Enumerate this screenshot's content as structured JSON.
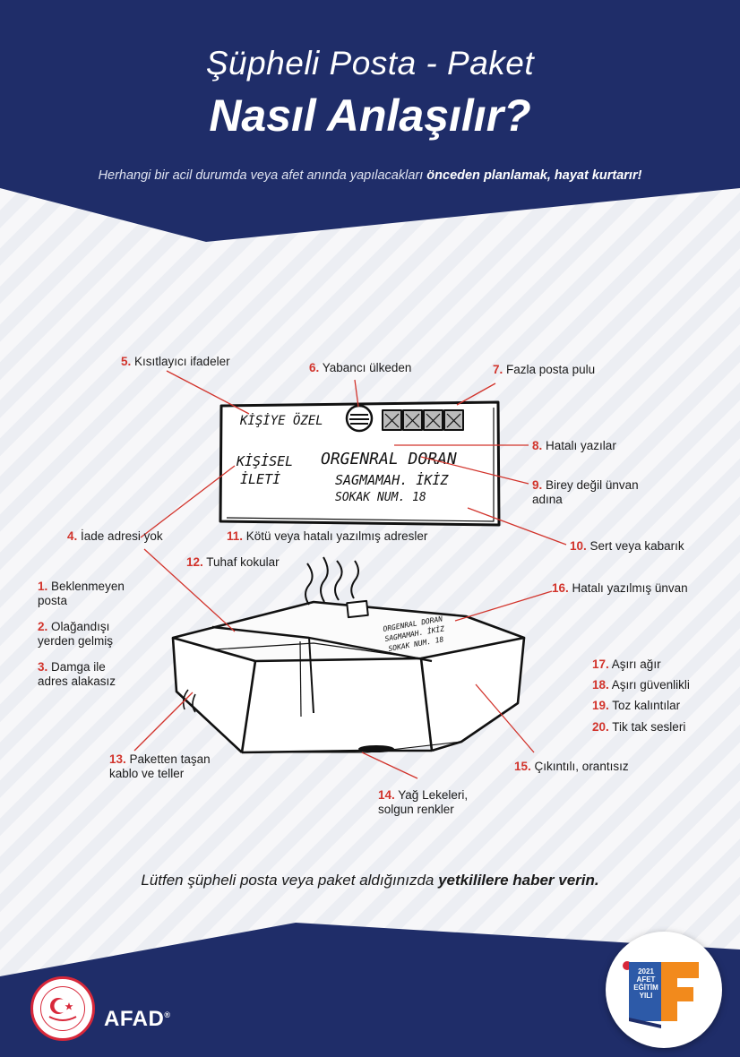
{
  "header": {
    "title_line1": "Şüpheli Posta - Paket",
    "title_line2": "Nasıl Anlaşılır?",
    "subtitle_normal": "Herhangi bir acil durumda veya afet anında yapılacakları ",
    "subtitle_bold": "önceden planlamak, hayat kurtarır!"
  },
  "labels": {
    "l1_num": "1.",
    "l1_line1": "Beklenmeyen",
    "l1_line2": "posta",
    "l2_num": "2.",
    "l2_line1": "Olağandışı",
    "l2_line2": "yerden gelmiş",
    "l3_num": "3.",
    "l3_line1": "Damga ile",
    "l3_line2": "adres alakasız",
    "l4_num": "4.",
    "l4_text": "İade adresi yok",
    "l5_num": "5.",
    "l5_text": "Kısıtlayıcı ifadeler",
    "l6_num": "6.",
    "l6_text": "Yabancı ülkeden",
    "l7_num": "7.",
    "l7_text": "Fazla posta pulu",
    "l8_num": "8.",
    "l8_text": "Hatalı yazılar",
    "l9_num": "9.",
    "l9_line1": "Birey değil ünvan",
    "l9_line2": "adına",
    "l10_num": "10.",
    "l10_text": "Sert veya kabarık",
    "l11_num": "11.",
    "l11_text": "Kötü veya hatalı yazılmış adresler",
    "l12_num": "12.",
    "l12_text": "Tuhaf kokular",
    "l13_num": "13.",
    "l13_line1": "Paketten taşan",
    "l13_line2": "kablo ve teller",
    "l14_num": "14.",
    "l14_line1": "Yağ Lekeleri,",
    "l14_line2": "solgun renkler",
    "l15_num": "15.",
    "l15_text": "Çıkıntılı, orantısız",
    "l16_num": "16.",
    "l16_text": "Hatalı yazılmış ünvan",
    "l17_num": "17.",
    "l17_text": "Aşırı ağır",
    "l18_num": "18.",
    "l18_text": "Aşırı güvenlikli",
    "l19_num": "19.",
    "l19_text": "Toz kalıntılar",
    "l20_num": "20.",
    "l20_text": "Tik tak sesleri"
  },
  "envelope": {
    "top_left": "KİŞİYE ÖZEL",
    "side_line1": "KİŞİSEL",
    "side_line2": "İLETİ",
    "addr_line1": "ORGENRAL DORAN",
    "addr_line2": "SAGMAMAH. İKİZ",
    "addr_line3": "SOKAK NUM. 18"
  },
  "footer": {
    "text_normal": "Lütfen şüpheli posta veya paket aldığınızda ",
    "text_bold": "yetkililere haber verin.",
    "org": "AFAD",
    "badge_year": "2021",
    "badge_line1": "AFET",
    "badge_line2": "EĞİTİM",
    "badge_line3": "YILI"
  },
  "colors": {
    "navy": "#1f2d69",
    "accent_red": "#d2342c",
    "badge_orange": "#f28a1c",
    "badge_blue": "#2d5aa8"
  }
}
